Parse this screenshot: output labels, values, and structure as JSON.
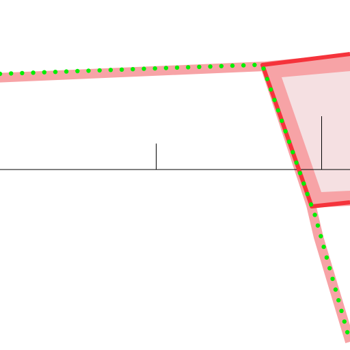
{
  "colors": {
    "background": "#ffffff",
    "halo": "#f7a3a6",
    "region_fill": "#f5e0e2",
    "highlight_edge": "#f5333b",
    "dotted_path": "#00ee00",
    "axis_line": "#000000"
  },
  "elements": {
    "outer_shape": "light-red-halo-polygon",
    "highlighted_region": "pink-filled-quadrilateral",
    "highlighted_edges": "red-bold-edge-segments",
    "dotted_path": "green-dotted-polyline",
    "axis": "horizontal-axis-with-tick-marks"
  }
}
